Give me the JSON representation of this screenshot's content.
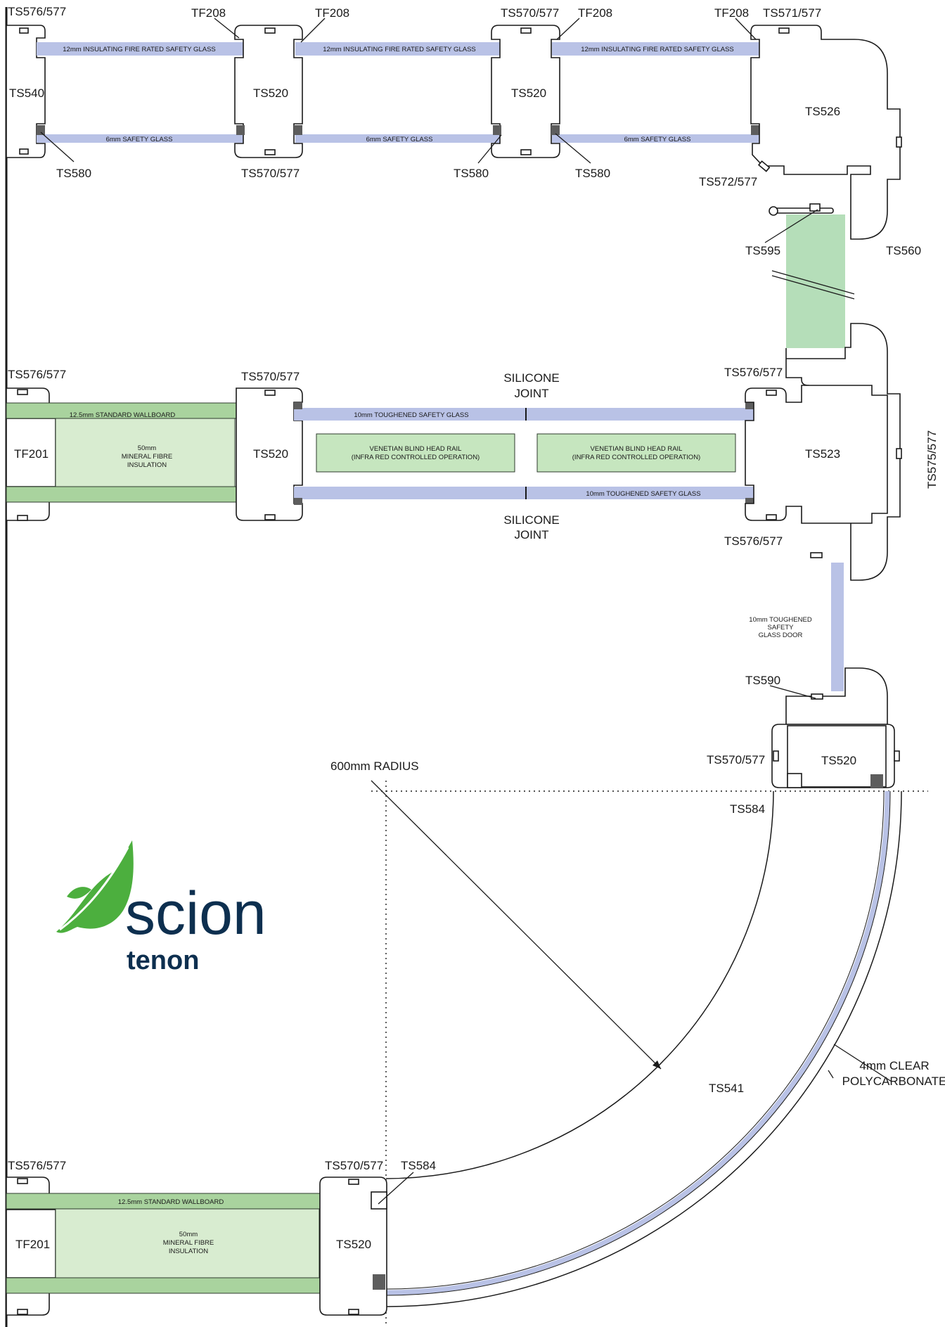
{
  "labels": {
    "top_left_wall": "TS576/577",
    "ts540": "TS540",
    "tf208_a": "TF208",
    "tf208_b": "TF208",
    "tf208_c": "TF208",
    "tf208_d": "TF208",
    "ts570_top_a": "TS570/577",
    "ts571_top": "TS571/577",
    "ts520_a": "TS520",
    "ts520_b": "TS520",
    "ts526": "TS526",
    "ts580_a": "TS580",
    "ts580_b": "TS580",
    "ts580_c": "TS580",
    "ts570_bot_a": "TS570/577",
    "ts572": "TS572/577",
    "ts595": "TS595",
    "ts560": "TS560",
    "mid_left_wall": "TS576/577",
    "ts570_mid": "TS570/577",
    "silicone_top_1": "SILICONE",
    "silicone_top_2": "JOINT",
    "ts576_mid_top": "TS576/577",
    "tf201_mid": "TF201",
    "ts520_mid": "TS520",
    "ts523": "TS523",
    "ts575_577": "TS575/577",
    "silicone_bot_1": "SILICONE",
    "silicone_bot_2": "JOINT",
    "ts576_mid_bot": "TS576/577",
    "ts590": "TS590",
    "ts570_curve": "TS570/577",
    "ts520_curve": "TS520",
    "radius": "600mm RADIUS",
    "ts584_a": "TS584",
    "ts541": "TS541",
    "poly_1": "4mm CLEAR",
    "poly_2": "POLYCARBONATE",
    "bot_left_wall": "TS576/577",
    "ts570_bot": "TS570/577",
    "ts584_b": "TS584",
    "tf201_bot": "TF201",
    "ts520_bot": "TS520"
  },
  "materials": {
    "glass_12mm": "12mm INSULATING FIRE RATED SAFETY GLASS",
    "glass_6mm": "6mm SAFETY GLASS",
    "wallboard": "12.5mm STANDARD WALLBOARD",
    "insul_1": "50mm",
    "insul_2": "MINERAL FIBRE",
    "insul_3": "INSULATION",
    "glass_10mm": "10mm TOUGHENED SAFETY GLASS",
    "blind_1": "VENETIAN BLIND HEAD RAIL",
    "blind_2": "(INFRA RED CONTROLLED OPERATION)",
    "door_1": "10mm TOUGHENED",
    "door_2": "SAFETY",
    "door_3": "GLASS DOOR"
  },
  "logo": {
    "brand": "scion",
    "sub": "tenon"
  },
  "colors": {
    "glass": "#b9c2e6",
    "board": "#a9d39e",
    "insulation": "#d8ecd0",
    "brand_navy": "#0d2f4f",
    "brand_green": "#4caf3e"
  }
}
